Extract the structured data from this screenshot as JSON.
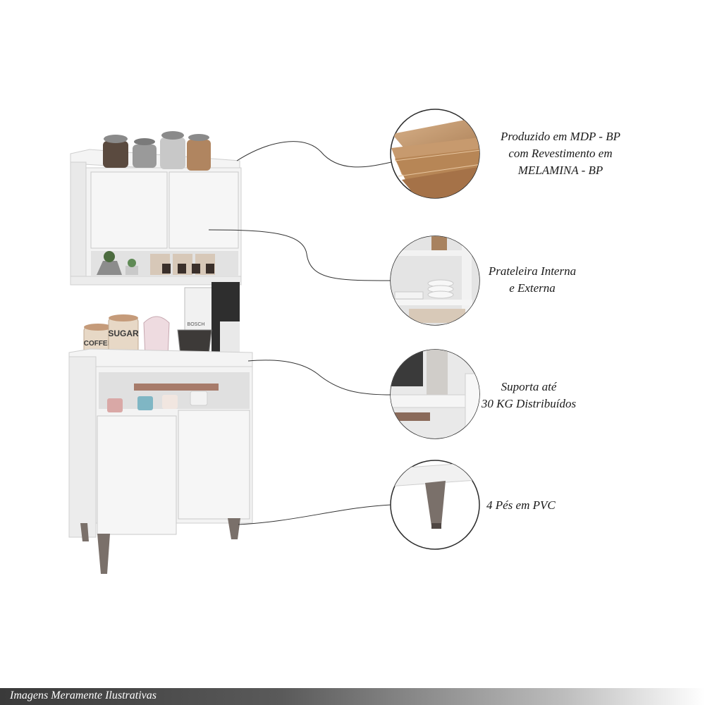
{
  "features": [
    {
      "lines": [
        "Produzido em MDP - BP",
        "com Revestimento em",
        "MELAMINA - BP"
      ],
      "icon": "mdp-board-closeup"
    },
    {
      "lines": [
        "Prateleira Interna",
        "e Externa"
      ],
      "icon": "shelf-closeup"
    },
    {
      "lines": [
        "Suporta até",
        "30 KG Distribuídos"
      ],
      "icon": "support-closeup"
    },
    {
      "lines": [
        "4 Pés em PVC"
      ],
      "icon": "pvc-foot-closeup"
    }
  ],
  "product_labels": {
    "coffee": "COFFEE",
    "sugar": "SUGAR",
    "brand": "BOSCH"
  },
  "footer": {
    "text": "Imagens Meramente Ilustrativas"
  },
  "colors": {
    "cabinet": "#f1f1f1",
    "cabinet_edge": "#d9d9d9",
    "legs": "#7a706a",
    "wood": "#c49a6c"
  }
}
